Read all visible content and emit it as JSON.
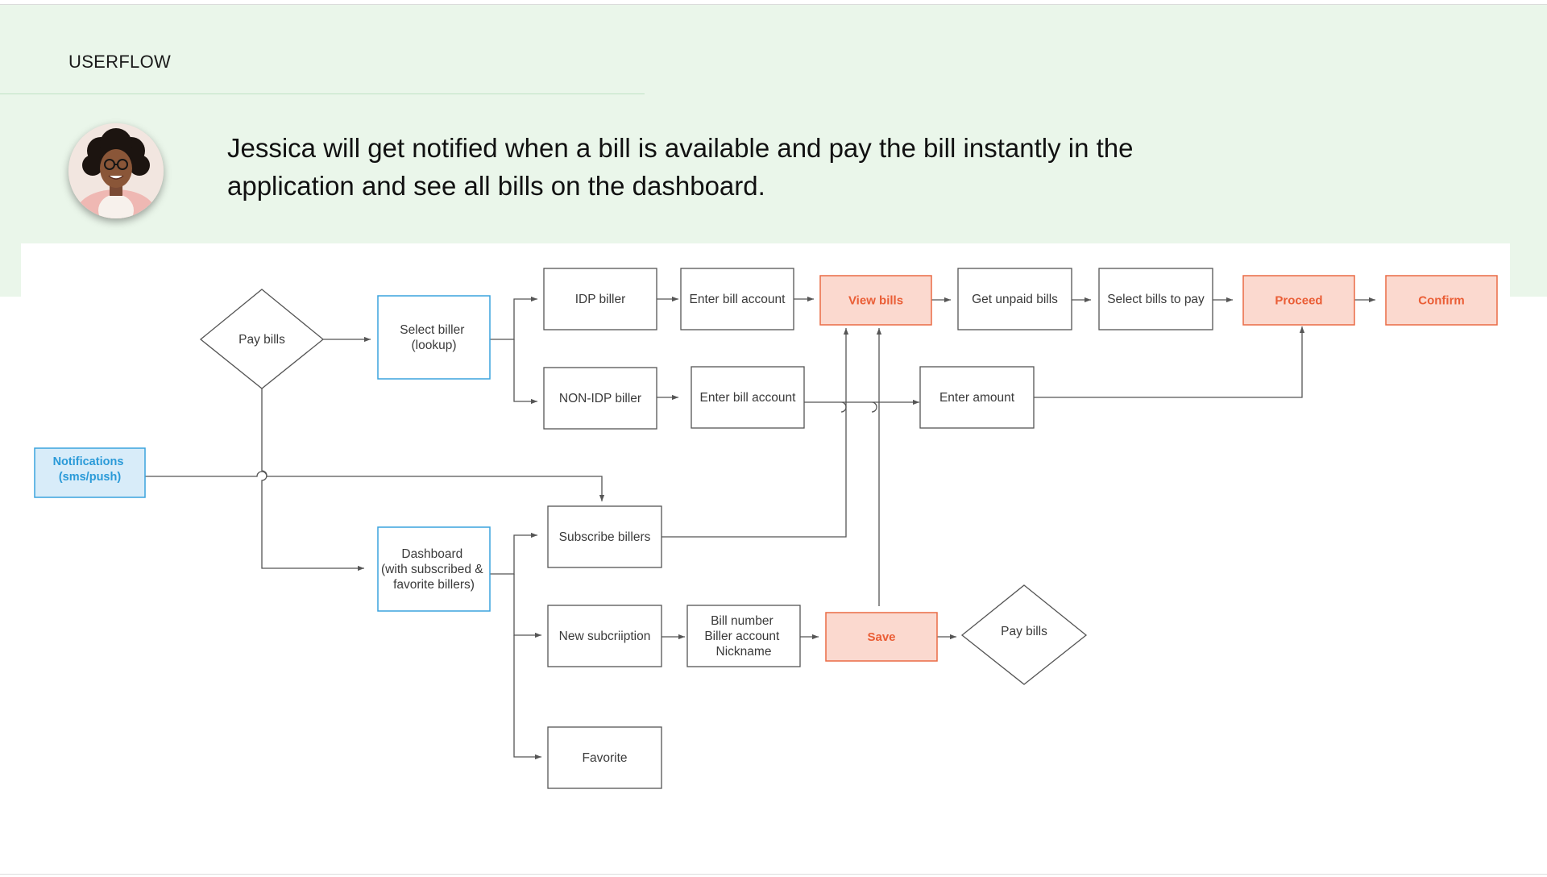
{
  "header": {
    "label": "USERFLOW",
    "statement_line1": "Jessica will get notified when a bill is available and pay the bill instantly in the",
    "statement_line2": "application and see all bills on the dashboard."
  },
  "colors": {
    "band": "#eaf6ea",
    "node_stroke": "#555555",
    "blue_stroke": "#3aa3dd",
    "blue_fill": "#d8ecf9",
    "blue_text": "#2a9ad8",
    "orange_stroke": "#ea6b45",
    "orange_fill": "#fbd9cf",
    "orange_text": "#ea5d35",
    "edge": "#555555"
  },
  "nodes": {
    "notifications": [
      "Notifications",
      "(sms/push)"
    ],
    "pay_bills_top": [
      "Pay bills"
    ],
    "select_biller": [
      "Select biller",
      "(lookup)"
    ],
    "idp_biller": [
      "IDP biller"
    ],
    "non_idp_biller": [
      "NON-IDP biller"
    ],
    "enter_bill_account_1": [
      "Enter bill account"
    ],
    "enter_bill_account_2": [
      "Enter bill account"
    ],
    "view_bills": [
      "View bills"
    ],
    "get_unpaid_bills": [
      "Get unpaid bills"
    ],
    "select_bills_to_pay": [
      "Select bills to pay"
    ],
    "proceed": [
      "Proceed"
    ],
    "confirm": [
      "Confirm"
    ],
    "enter_amount": [
      "Enter amount"
    ],
    "dashboard": [
      "Dashboard",
      "(with subscribed &",
      "favorite billers)"
    ],
    "subscribe_billers": [
      "Subscribe billers"
    ],
    "new_subscription": [
      "New subcriiption"
    ],
    "bill_details": [
      "Bill number",
      "Biller account",
      "Nickname"
    ],
    "save": [
      "Save"
    ],
    "pay_bills_bottom": [
      "Pay bills"
    ],
    "favorite": [
      "Favorite"
    ]
  }
}
